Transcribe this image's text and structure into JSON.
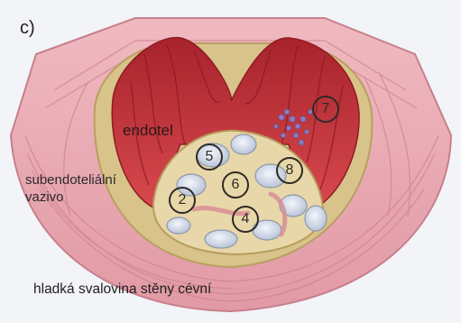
{
  "figure": {
    "panel_label": "c)",
    "labels": {
      "endothelium": "endotel",
      "subendothelial_line1": "subendoteliální",
      "subendothelial_line2": "vazivo",
      "smooth_muscle": "hladká svalovina stěny cévní"
    },
    "markers": {
      "m2": "2",
      "m4": "4",
      "m5": "5",
      "m6": "6",
      "m7": "7",
      "m8": "8"
    },
    "colors": {
      "background": "#f2f4f8",
      "vessel_wall": "#e7a4ad",
      "endothelium_red": "#c8303a",
      "subendothelial_tan": "#d8c38a",
      "plaque_core": "#e8d7a8",
      "foam_cells": "#cfd8e6",
      "platelet_cluster": "#8c7bbd"
    }
  }
}
